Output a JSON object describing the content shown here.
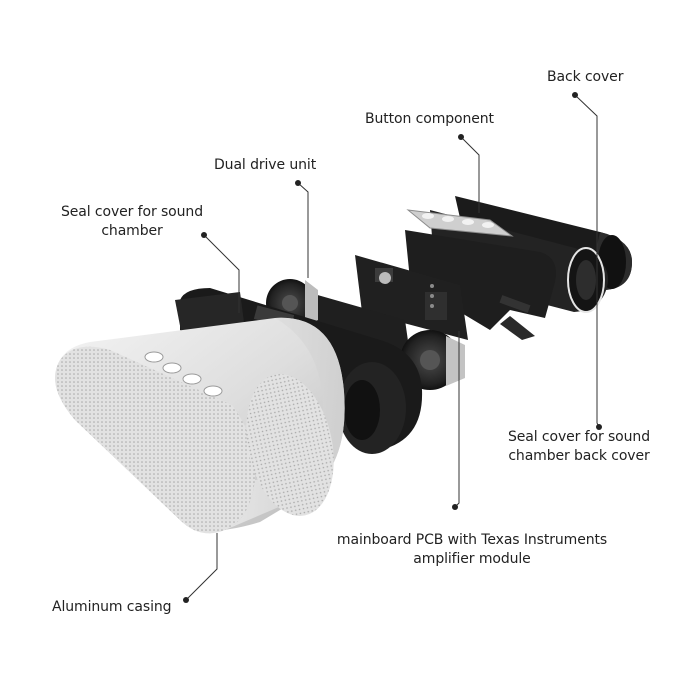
{
  "labels": {
    "back_cover": "Back cover",
    "button_component": "Button component",
    "dual_drive_unit": "Dual drive unit",
    "seal_cover_sound_chamber": [
      "Seal cover for sound",
      "chamber"
    ],
    "seal_cover_back_cover": [
      "Seal cover for sound",
      "chamber back cover"
    ],
    "mainboard_pcb": [
      "mainboard PCB with Texas Instruments",
      "amplifier module"
    ],
    "aluminum_casing": "Aluminum casing"
  },
  "colors": {
    "leader_line": "#333333",
    "casing_silver": "#dcdcdc",
    "part_black": "#1c1c1c",
    "text": "#222222"
  }
}
